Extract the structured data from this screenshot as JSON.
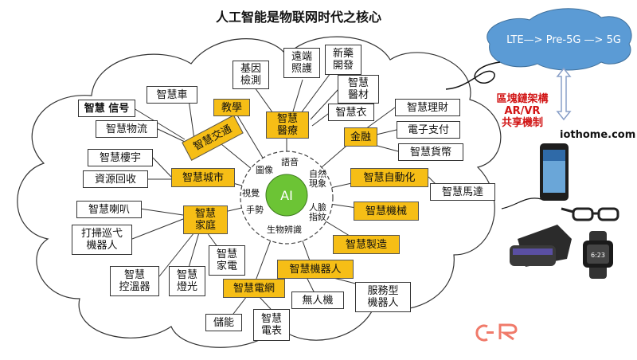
{
  "title": "人工智能是物联网时代之核心",
  "center": {
    "label": "AI",
    "ring": [
      "語音",
      "自然\n現象",
      "人臉\n指紋",
      "生物辨識",
      "手勢",
      "視覺",
      "圖像"
    ]
  },
  "categories": {
    "traffic": "智慧交通",
    "teaching": "教學",
    "medical": "智慧\n醫療",
    "finance": "金融",
    "city": "智慧城市",
    "automation": "智慧自動化",
    "machinery": "智慧機械",
    "home": "智慧\n家庭",
    "manufacturing": "智慧製造",
    "robot": "智慧機器人",
    "grid": "智慧電網"
  },
  "items": {
    "car": "智慧車",
    "signal": "智慧 信号",
    "logistics": "智慧物流",
    "gene": "基因\n檢測",
    "remote": "遠端\n照護",
    "newdrug": "新藥\n開發",
    "medmat": "智慧\n醫材",
    "clothes": "智慧衣",
    "wealth": "智慧理財",
    "epay": "電子支付",
    "currency": "智慧貨幣",
    "building": "智慧樓宇",
    "recycle": "資源回收",
    "motor": "智慧馬達",
    "speaker": "智慧喇叭",
    "sweeper": "打掃巡弋\n機器人",
    "appliance": "智慧\n家電",
    "thermostat": "智慧\n控溫器",
    "light": "智慧\n燈光",
    "drone": "無人機",
    "service": "服務型\n機器人",
    "storage": "儲能",
    "meter": "智慧\n電表"
  },
  "network_cloud": "LTE—> Pre-5G —> 5G",
  "tech_label": "區塊鏈架構\nAR/VR\n共享機制",
  "site": "iothome.com",
  "colors": {
    "accent": "#f6be16",
    "ai": "#6cc435",
    "cloud": "#5b9bd5",
    "tech": "#d11313"
  }
}
